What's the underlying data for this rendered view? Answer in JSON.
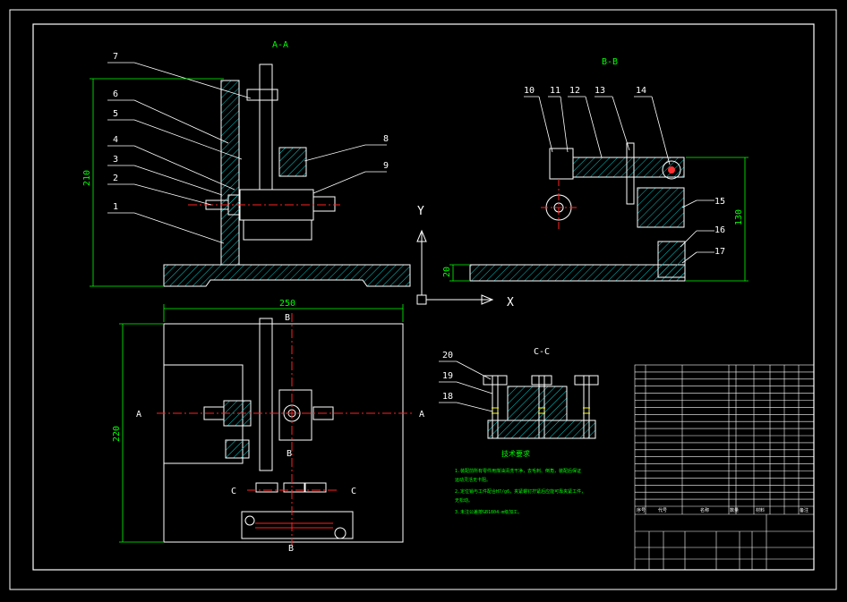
{
  "colors": {
    "background": "#000000",
    "outline": "#ffffff",
    "hatch": "#00c8c8",
    "dimension": "#00ff00",
    "centerline": "#ff2020",
    "part_red": "#ff3030",
    "part_yellow": "#ffff00"
  },
  "sections": {
    "aa": "A-A",
    "bb": "B-B",
    "cc": "C-C"
  },
  "section_marks": {
    "a_left": "A",
    "a_right": "A",
    "b_top": "B",
    "b_mid": "B",
    "b_bottom": "B",
    "c_left": "C",
    "c_right": "C"
  },
  "part_numbers": {
    "aa": [
      "7",
      "6",
      "5",
      "4",
      "3",
      "2",
      "1",
      "8",
      "9"
    ],
    "bb": [
      "10",
      "11",
      "12",
      "13",
      "14",
      "15",
      "16",
      "17"
    ],
    "cc": [
      "20",
      "19",
      "18"
    ]
  },
  "dimensions": {
    "aa_height": "210",
    "top_width": "250",
    "plan_height": "220",
    "bb_height": "130",
    "bb_base": "20"
  },
  "axes": {
    "y": "Y",
    "x": "X"
  },
  "notes": {
    "title": "技术要求",
    "lines": [
      "1.装配前所有零件用煤油清洗干净，去毛刺、倒角，装配后保证",
      "运动灵活无卡阻。",
      "2.定位销与工件配合H7/g6，夹紧螺钉拧紧后应能可靠夹紧工件，",
      "无松动。",
      "3.未注公差按GB1804-m级加工。"
    ]
  },
  "title_block": {
    "rows": 20,
    "footer": [
      "序号",
      "代号",
      "名称",
      "数量",
      "材料",
      "备注"
    ]
  }
}
